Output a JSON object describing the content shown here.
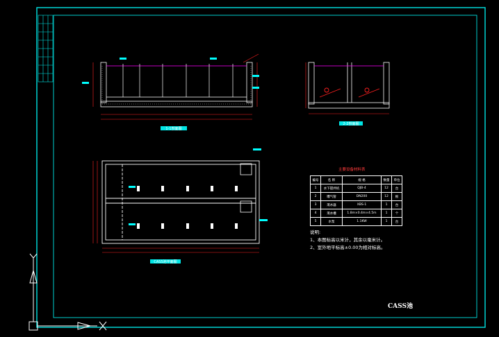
{
  "drawing": {
    "title": "CASS池",
    "colors": {
      "background": "#000000",
      "frame": "#00e5e5",
      "structure": "#ffffff",
      "pipe": "#ff00ff",
      "dimension": "#ff2020",
      "annotation": "#00ffff",
      "ucs": "#ffffff"
    }
  },
  "views": {
    "section_1_1": {
      "label": "1-1剖面图"
    },
    "section_2_2": {
      "label": "2-2剖面图"
    },
    "plan": {
      "label": "CASS池平面图"
    }
  },
  "materials": {
    "caption": "主要设备材料表",
    "headers": [
      "编号",
      "名 称",
      "规 格",
      "数量",
      "单位"
    ],
    "rows": [
      [
        "1",
        "水下搅拌机",
        "QJB-4",
        "12",
        "台"
      ],
      [
        "2",
        "曝气管",
        "DN200",
        "12",
        "根"
      ],
      [
        "3",
        "滗水器",
        "XBS-1",
        "1",
        "台"
      ],
      [
        "4",
        "滗水槽",
        "1.8m×0.4m×4.5m",
        "1",
        "个"
      ],
      [
        "5",
        "水泵",
        "1.1KW",
        "1",
        "台"
      ]
    ]
  },
  "notes": {
    "heading": "说明:",
    "items": [
      "1、本图标高以米计，其余以毫米计。",
      "2、室外地平标高±0.00为相对标高。"
    ]
  },
  "ucs": {
    "x_label": "X",
    "y_label": "Y"
  }
}
